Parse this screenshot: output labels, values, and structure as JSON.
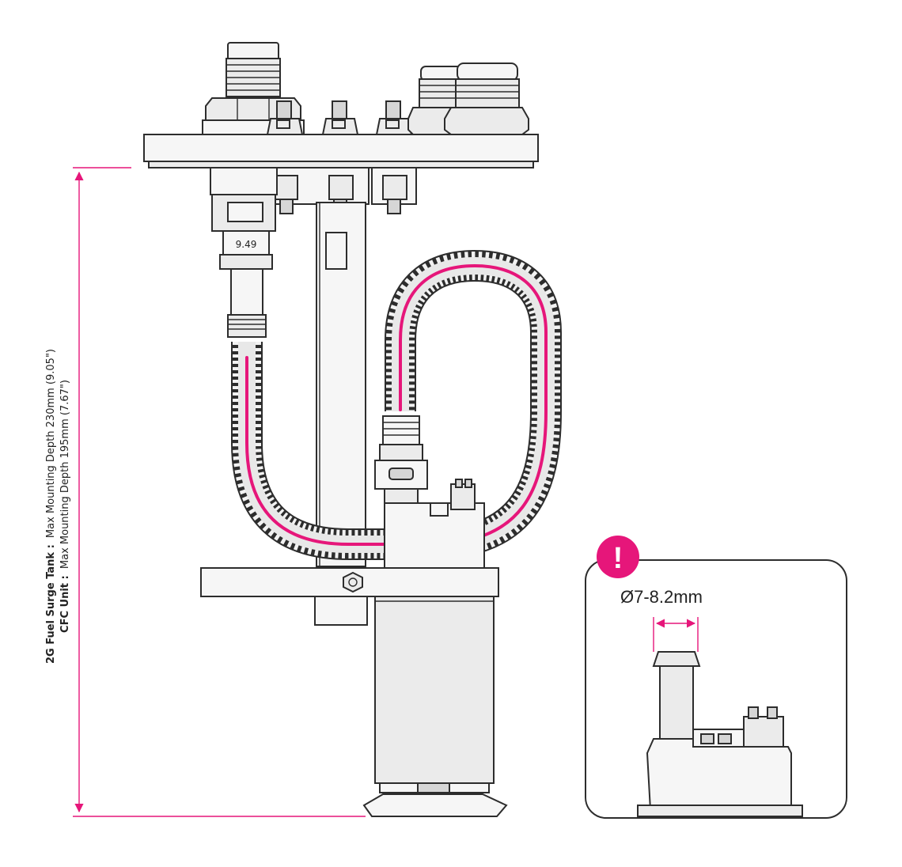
{
  "depth_labels": {
    "surge_tank_name": "2G Fuel Surge Tank :",
    "surge_tank_value": "Max Mounting Depth 230mm (9.05\")",
    "cfc_name": "CFC Unit :",
    "cfc_value": "Max Mounting Depth 195mm (7.67\")"
  },
  "part_marking": "9.49",
  "callout": {
    "icon_glyph": "!",
    "diameter_label": "Ø7-8.2mm"
  },
  "colors": {
    "accent": "#e6167a",
    "line": "#2d2d2d",
    "fill": "#ebebeb"
  }
}
